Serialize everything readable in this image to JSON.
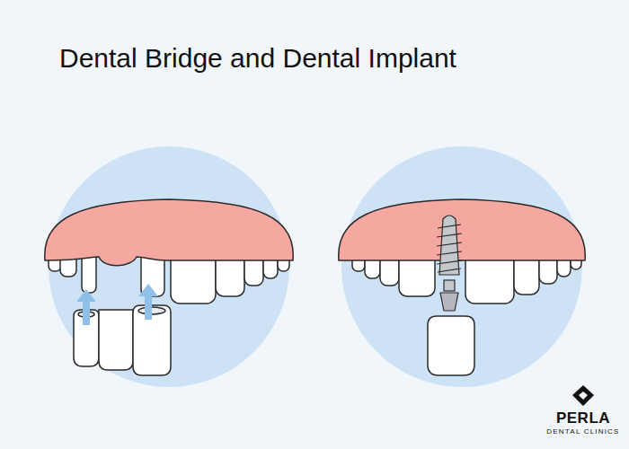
{
  "diagram": {
    "title": "Dental Bridge and Dental Implant",
    "labels": [
      "PERLA",
      "DENTAL CLINICS"
    ]
  }
}
